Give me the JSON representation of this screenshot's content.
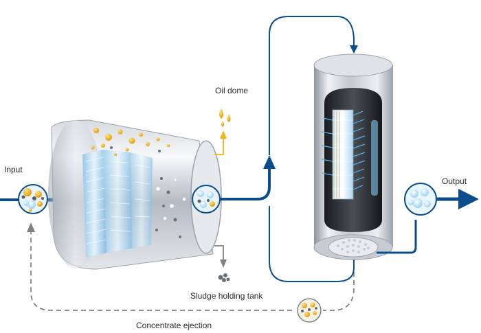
{
  "labels": {
    "input": "Input",
    "output": "Output",
    "oil_dome": "Oil dome",
    "sludge_tank": "Sludge holding tank",
    "concentrate": "Concentrate ejection"
  },
  "colors": {
    "flow_line": "#0b4d8c",
    "dashed_line": "#808080",
    "oil": "#f2b316",
    "water_bubble": "#c9e9fa",
    "steel": "#c7ccd3"
  }
}
